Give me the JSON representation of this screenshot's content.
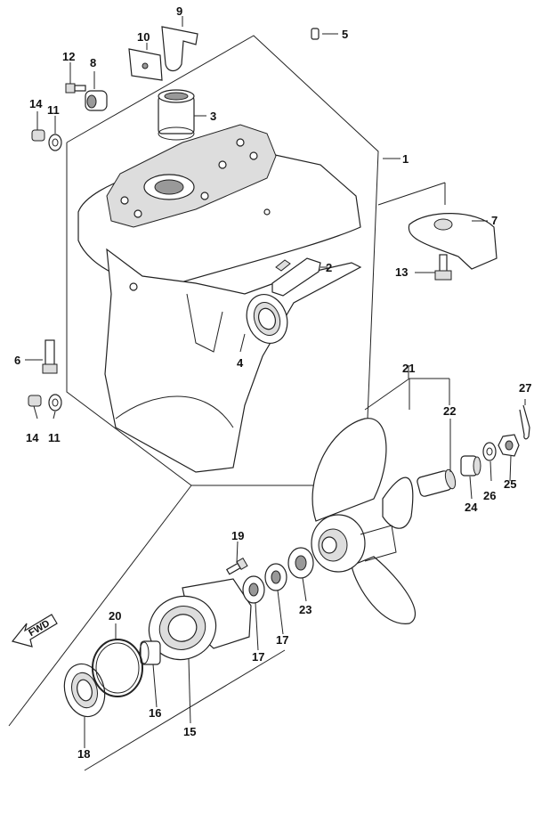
{
  "callouts": {
    "c1": "1",
    "c2": "2",
    "c3": "3",
    "c4": "4",
    "c5": "5",
    "c6": "6",
    "c7": "7",
    "c8": "8",
    "c9": "9",
    "c10": "10",
    "c11a": "11",
    "c11b": "11",
    "c12": "12",
    "c13": "13",
    "c14a": "14",
    "c14b": "14",
    "c15": "15",
    "c16": "16",
    "c17a": "17",
    "c17b": "17",
    "c18": "18",
    "c19": "19",
    "c20": "20",
    "c21": "21",
    "c22": "22",
    "c23": "23",
    "c24": "24",
    "c25": "25",
    "c26": "26",
    "c27": "27"
  },
  "fwd_label": "FWD"
}
